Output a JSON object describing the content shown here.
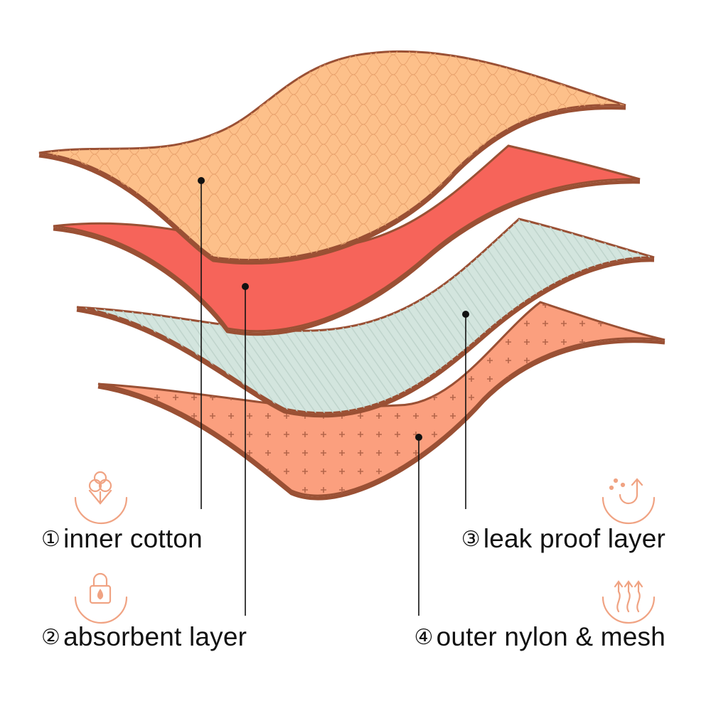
{
  "layers": [
    {
      "id": 1,
      "marker": "①",
      "text": "inner cotton",
      "icon": "cotton-flower-icon"
    },
    {
      "id": 2,
      "marker": "②",
      "text": "absorbent layer",
      "icon": "lock-droplet-icon"
    },
    {
      "id": 3,
      "marker": "③",
      "text": "leak proof layer",
      "icon": "moisture-wicking-icon"
    },
    {
      "id": 4,
      "marker": "④",
      "text": "outer nylon & mesh",
      "icon": "breathable-airflow-icon"
    }
  ],
  "colors": {
    "inner_cotton": "#FDC08A",
    "absorbent": "#F6645A",
    "leak_proof": "#D3E5DE",
    "outer_mesh": "#FB9F7E",
    "outline": "#9A5034",
    "icon": "#F0A383",
    "pointer": "#111111"
  }
}
